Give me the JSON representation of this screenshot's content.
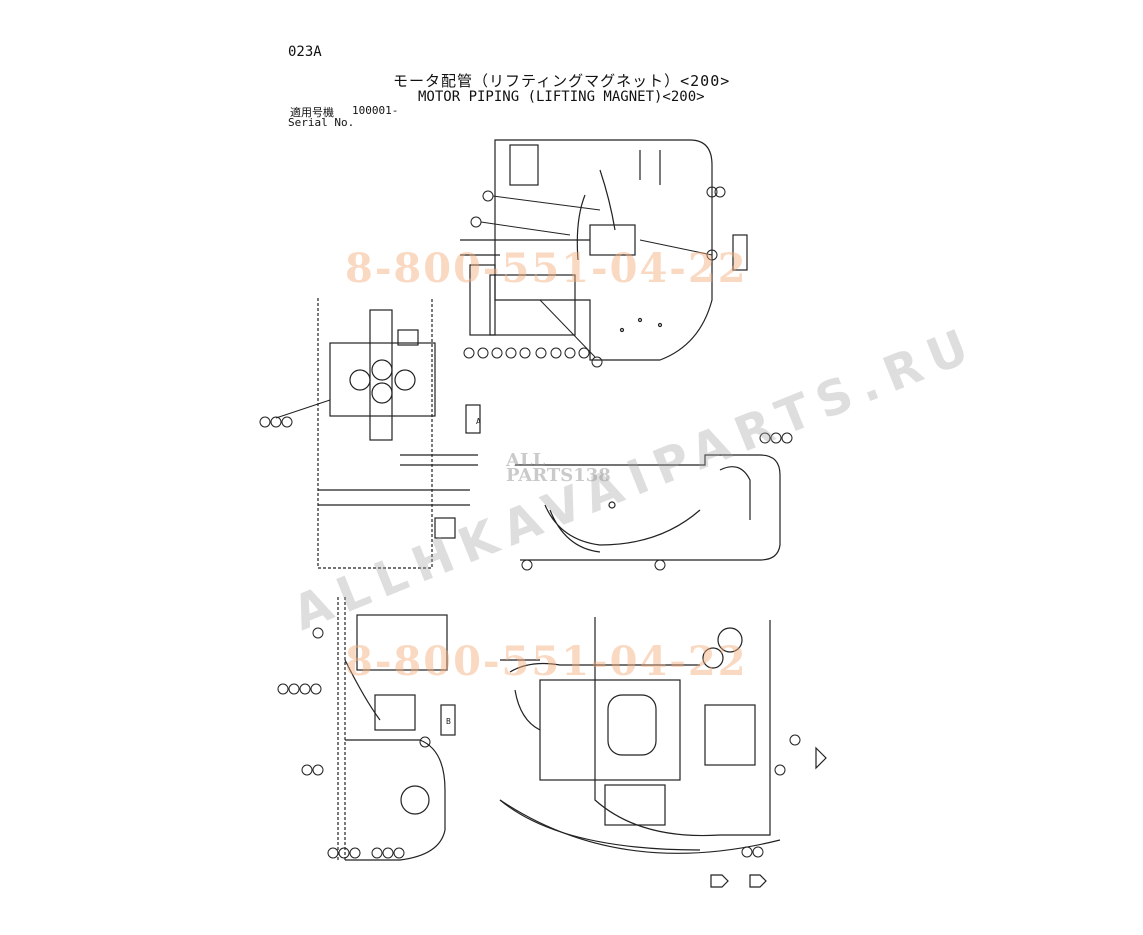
{
  "header": {
    "page_code": "023A",
    "title_jp": "モータ配管（リフティングマグネット）<200>",
    "title_en": "MOTOR PIPING (LIFTING MAGNET)<200>",
    "serial_label_jp": "適用号機",
    "serial_value": "100001-",
    "serial_label_en": "Serial No."
  },
  "watermarks": {
    "phone": "8-800-551-04-22",
    "site": "ALLHKAVAIPARTS.RU",
    "logo_top": "ALL",
    "logo_bottom": "PARTS138"
  },
  "view_labels": [
    "A",
    "B"
  ]
}
